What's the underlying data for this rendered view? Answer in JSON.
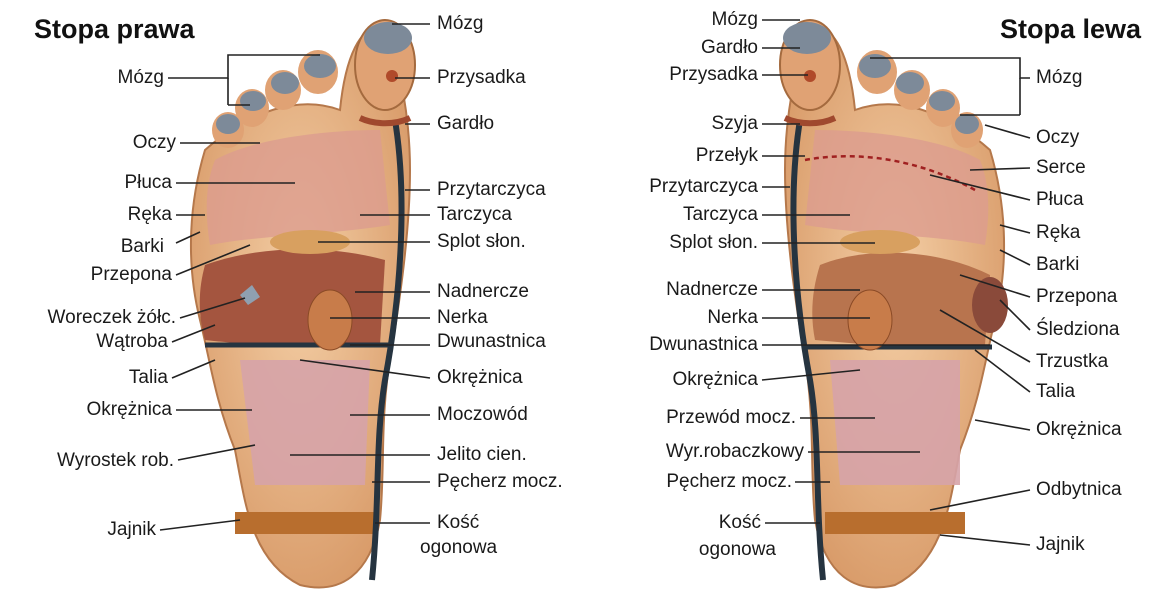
{
  "titles": {
    "right_foot": "Stopa prawa",
    "left_foot": "Stopa lewa"
  },
  "right_labels": {
    "mozg_top": "Mózg",
    "przysadka": "Przysadka",
    "gardlo": "Gardło",
    "przytarczyca": "Przytarczyca",
    "tarczyca": "Tarczyca",
    "splot": "Splot słon.",
    "nadnercze": "Nadnercze",
    "nerka": "Nerka",
    "dwunastnica": "Dwunastnica",
    "okreznica": "Okrężnica",
    "moczowod": "Moczowód",
    "jelito": "Jelito cien.",
    "pecherz": "Pęcherz mocz.",
    "kosc_line1": "Kość",
    "kosc_line2": "ogonowa"
  },
  "right_left_labels": {
    "mozg": "Mózg",
    "oczy": "Oczy",
    "pluca": "Płuca",
    "reka": "Ręka",
    "barki": "Barki",
    "przepona": "Przepona",
    "woreczek": "Woreczek żółc.",
    "watroba": "Wątroba",
    "talia": "Talia",
    "okreznica": "Okrężnica",
    "wyrostek": "Wyrostek rob.",
    "jajnik": "Jajnik"
  },
  "left_left_labels": {
    "mozg": "Mózg",
    "gardlo": "Gardło",
    "przysadka": "Przysadka",
    "szyja": "Szyja",
    "przelyk": "Przełyk",
    "przytarczyca": "Przytarczyca",
    "tarczyca": "Tarczyca",
    "splot": "Splot słon.",
    "nadnercze": "Nadnercze",
    "nerka": "Nerka",
    "dwunastnica": "Dwunastnica",
    "okreznica": "Okrężnica",
    "przewod": "Przewód mocz.",
    "wyrostek": "Wyr.robaczkowy",
    "pecherz": "Pęcherz mocz.",
    "kosc_line1": "Kość",
    "kosc_line2": "ogonowa"
  },
  "left_right_labels": {
    "mozg": "Mózg",
    "oczy": "Oczy",
    "serce": "Serce",
    "pluca": "Płuca",
    "reka": "Ręka",
    "barki": "Barki",
    "przepona": "Przepona",
    "sledziona": "Śledziona",
    "trzustka": "Trzustka",
    "talia": "Talia",
    "okreznica": "Okrężnica",
    "odbytnica": "Odbytnica",
    "jajnik": "Jajnik"
  },
  "colors": {
    "skin": "#e8b48a",
    "skin_dark": "#c8885a",
    "nail": "#7d8a99",
    "zone_pink": "#d9a0a0",
    "liver": "#a4553f",
    "band": "#b86e2e",
    "spine_line": "#263440",
    "leader": "#222222"
  }
}
